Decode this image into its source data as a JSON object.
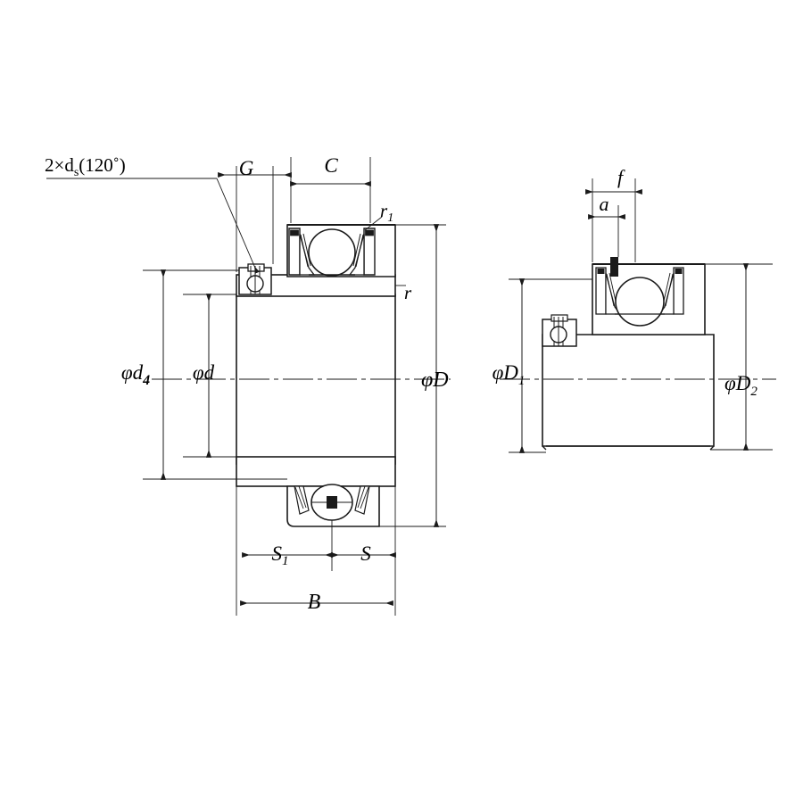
{
  "diagram": {
    "title": "Insert bearing (UC type) cross-section dimension drawing",
    "colors": {
      "line": "#1a1a1a",
      "fill_white": "#ffffff",
      "fill_black": "#1a1a1a",
      "background": "#ffffff"
    },
    "labels": {
      "set_screw": "2×d",
      "set_screw_sub": "s",
      "set_screw_angle": "(120˚)",
      "G": "G",
      "C": "C",
      "r1_base": "r",
      "r1_sub": "1",
      "r": "r",
      "phi_d4_base": "φd",
      "phi_d4_sub": "4",
      "phi_d": "φd",
      "phi_D": "φD",
      "S1_base": "S",
      "S1_sub": "1",
      "S": "S",
      "B": "B",
      "f": "f",
      "a": "a",
      "phi_D1_base": "φD",
      "phi_D1_sub": "1",
      "phi_D2_base": "φD",
      "phi_D2_sub": "2"
    }
  }
}
